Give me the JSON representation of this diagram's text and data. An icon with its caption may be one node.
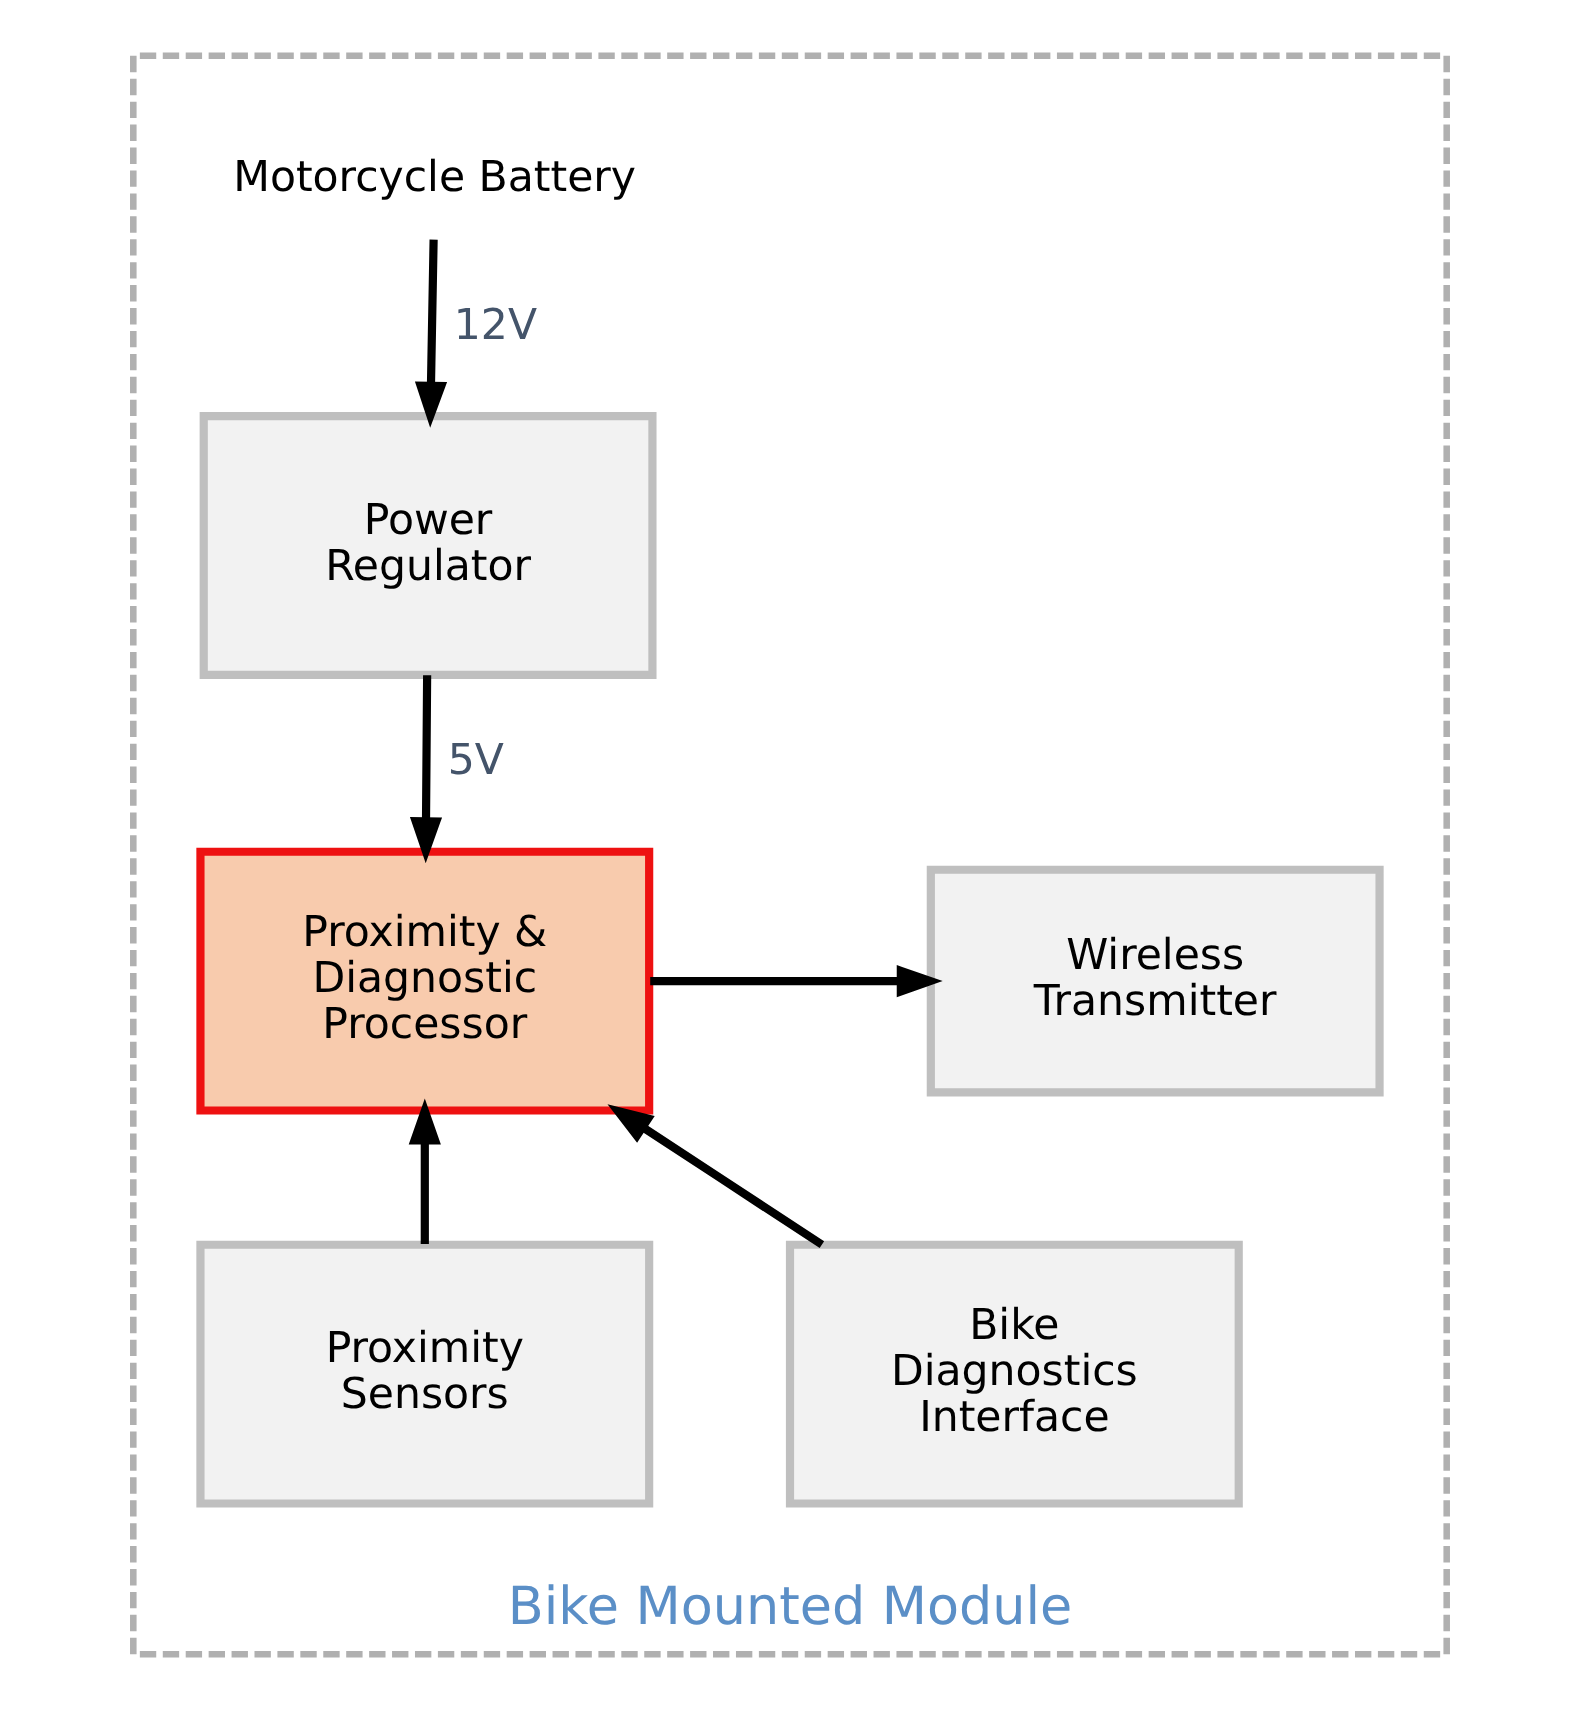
{
  "diagram": {
    "nodes": [
      {
        "text": [
          "Bike Mounted Module"
        ]
      },
      {
        "text": [
          "Motorcycle Battery"
        ],
        "in": 0
      },
      {
        "text": [
          "Power Regulator"
        ],
        "in": 0
      },
      {
        "text": [
          "Proximity & Diagnostic Processor"
        ],
        "in": 0
      },
      {
        "text": [
          "Wireless Transmitter"
        ],
        "in": 0
      },
      {
        "text": [
          "Proximity Sensors"
        ],
        "in": 0
      },
      {
        "text": [
          "Bike Diagnostics Interface"
        ],
        "in": 0
      }
    ],
    "edges": [
      {
        "from": 1,
        "to": 2,
        "arrow": "to",
        "label": "12V"
      },
      {
        "from": 2,
        "to": 3,
        "arrow": "to",
        "label": "5V"
      },
      {
        "from": 3,
        "to": 4,
        "arrow": "to"
      },
      {
        "from": 5,
        "to": 3,
        "arrow": "to"
      },
      {
        "from": 6,
        "to": 3,
        "arrow": "to"
      }
    ]
  }
}
